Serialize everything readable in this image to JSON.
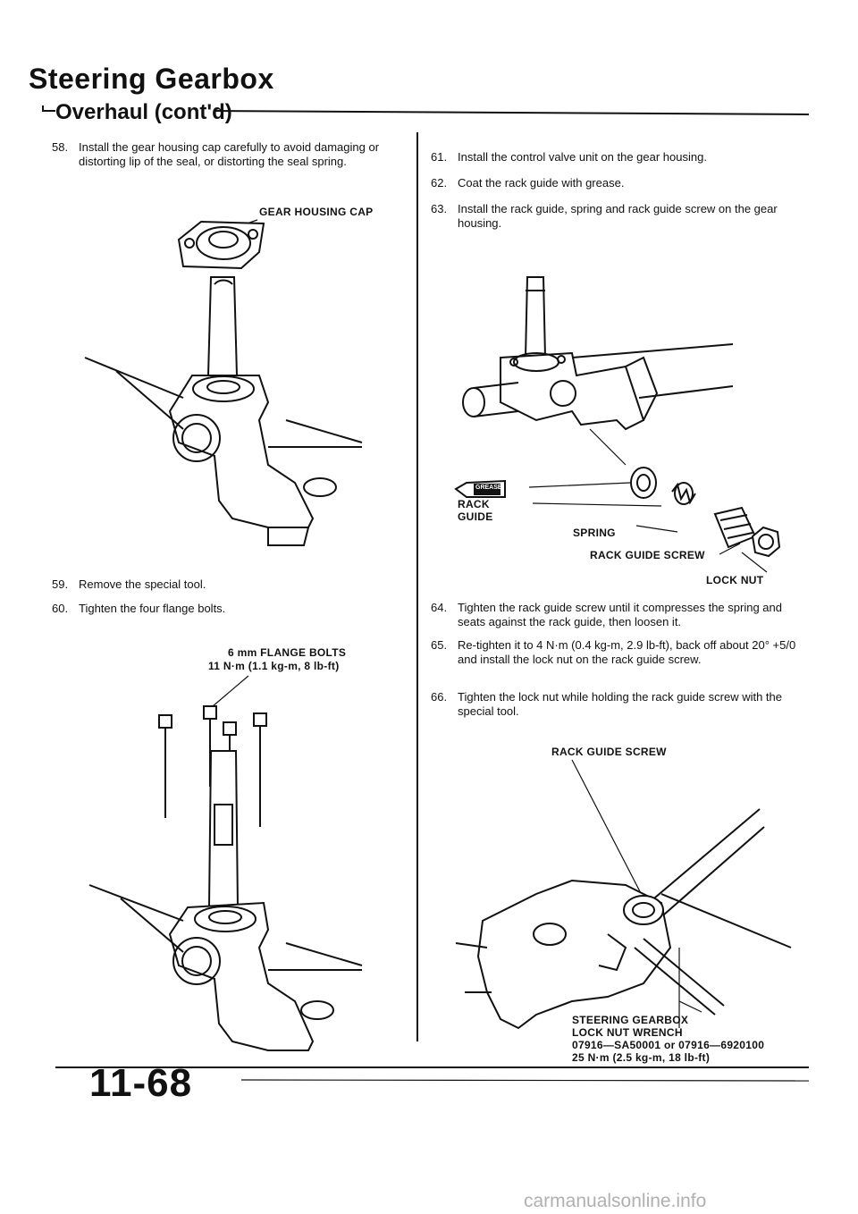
{
  "page": {
    "title": "Steering Gearbox",
    "section": "Overhaul (cont'd)",
    "page_number": "11-68",
    "watermark": "carmanualsonline.info"
  },
  "left_column": {
    "step58": {
      "num": "58.",
      "text": "Install the gear housing cap carefully to avoid damaging or distorting lip of the seal, or distorting the seal spring."
    },
    "fig1_label": "GEAR HOUSING CAP",
    "step59": {
      "num": "59.",
      "text": "Remove the special tool."
    },
    "step60": {
      "num": "60.",
      "text": "Tighten the four flange bolts."
    },
    "fig2_label_line1": "6 mm FLANGE BOLTS",
    "fig2_label_line2": "11 N·m (1.1 kg-m, 8 lb-ft)"
  },
  "right_column": {
    "step61": {
      "num": "61.",
      "text": "Install the control valve unit on the gear housing."
    },
    "step62": {
      "num": "62.",
      "text": "Coat the rack guide with grease."
    },
    "step63": {
      "num": "63.",
      "text": "Install the rack guide, spring and rack guide screw on the gear housing."
    },
    "fig3_labels": {
      "grease": "GREASE",
      "rack_guide_1": "RACK",
      "rack_guide_2": "GUIDE",
      "spring": "SPRING",
      "rack_guide_screw": "RACK GUIDE SCREW",
      "lock_nut": "LOCK NUT"
    },
    "step64": {
      "num": "64.",
      "text": "Tighten the rack guide screw until it compresses the spring and seats against the rack guide, then loosen it."
    },
    "step65": {
      "num": "65.",
      "text": "Re-tighten it to 4 N·m (0.4 kg-m, 2.9 lb-ft), back off about 20° +5/0 and install the lock nut on the rack guide screw."
    },
    "step66": {
      "num": "66.",
      "text": "Tighten the lock nut while holding the rack guide screw with the special tool."
    },
    "fig4_labels": {
      "rack_guide_screw": "RACK GUIDE SCREW",
      "tool_line1": "STEERING GEARBOX",
      "tool_line2": "LOCK NUT WRENCH",
      "tool_line3": "07916—SA50001 or 07916—6920100",
      "tool_line4": "25 N·m (2.5 kg-m, 18 lb-ft)"
    }
  }
}
